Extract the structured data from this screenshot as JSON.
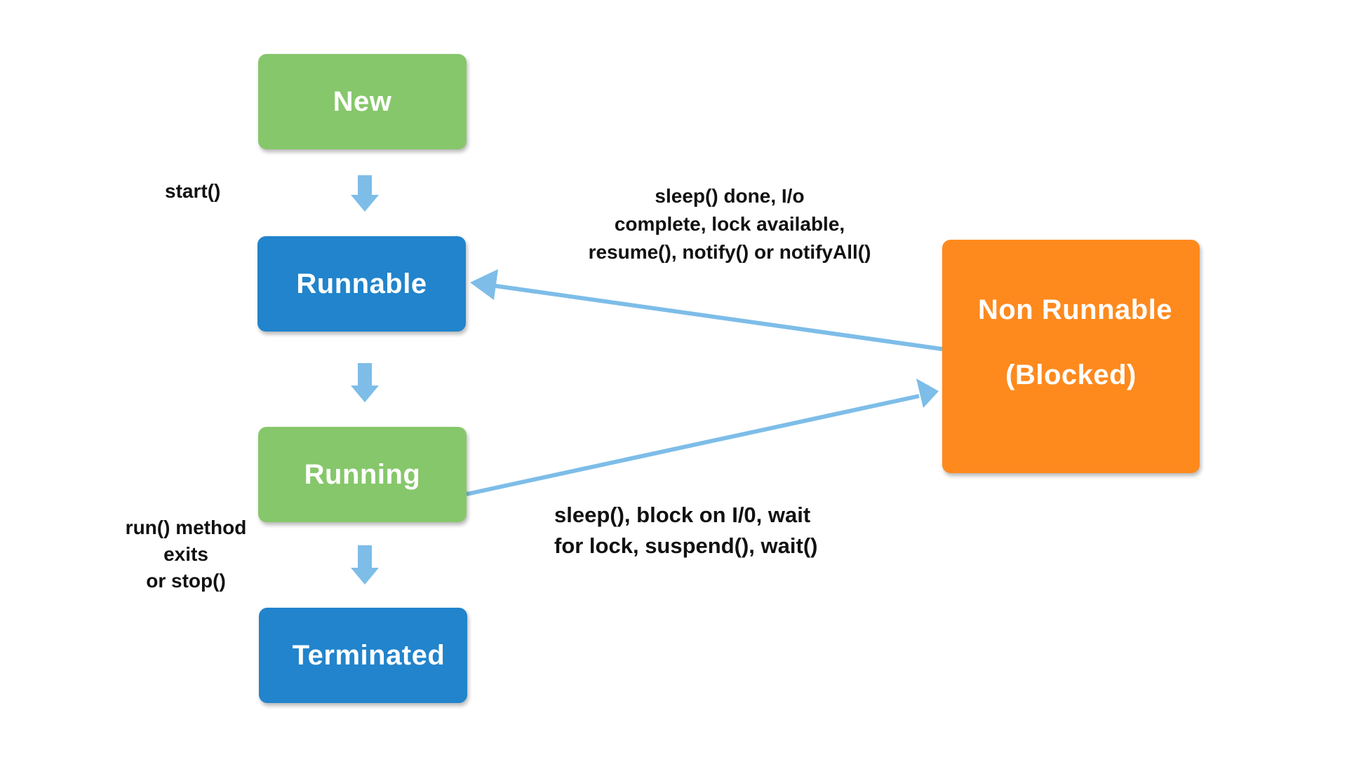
{
  "diagram": {
    "states": {
      "new": "New",
      "runnable": "Runnable",
      "running": "Running",
      "terminated": "Terminated",
      "blocked_line1": "Non  Runnable",
      "blocked_line2": "(Blocked)"
    },
    "transitions": {
      "start": "start()",
      "resume": [
        "sleep() done, I/o",
        "complete, lock available,",
        "resume(), notify() or notifyAll()"
      ],
      "block": [
        "sleep(), block on I/0, wait",
        "for lock, suspend(), wait()"
      ],
      "exit": [
        "run() method",
        "exits",
        "or stop()"
      ]
    },
    "colors": {
      "green": "#86c76b",
      "blue": "#2184cc",
      "orange": "#fe8a1e",
      "arrow": "#7dbde8"
    }
  }
}
